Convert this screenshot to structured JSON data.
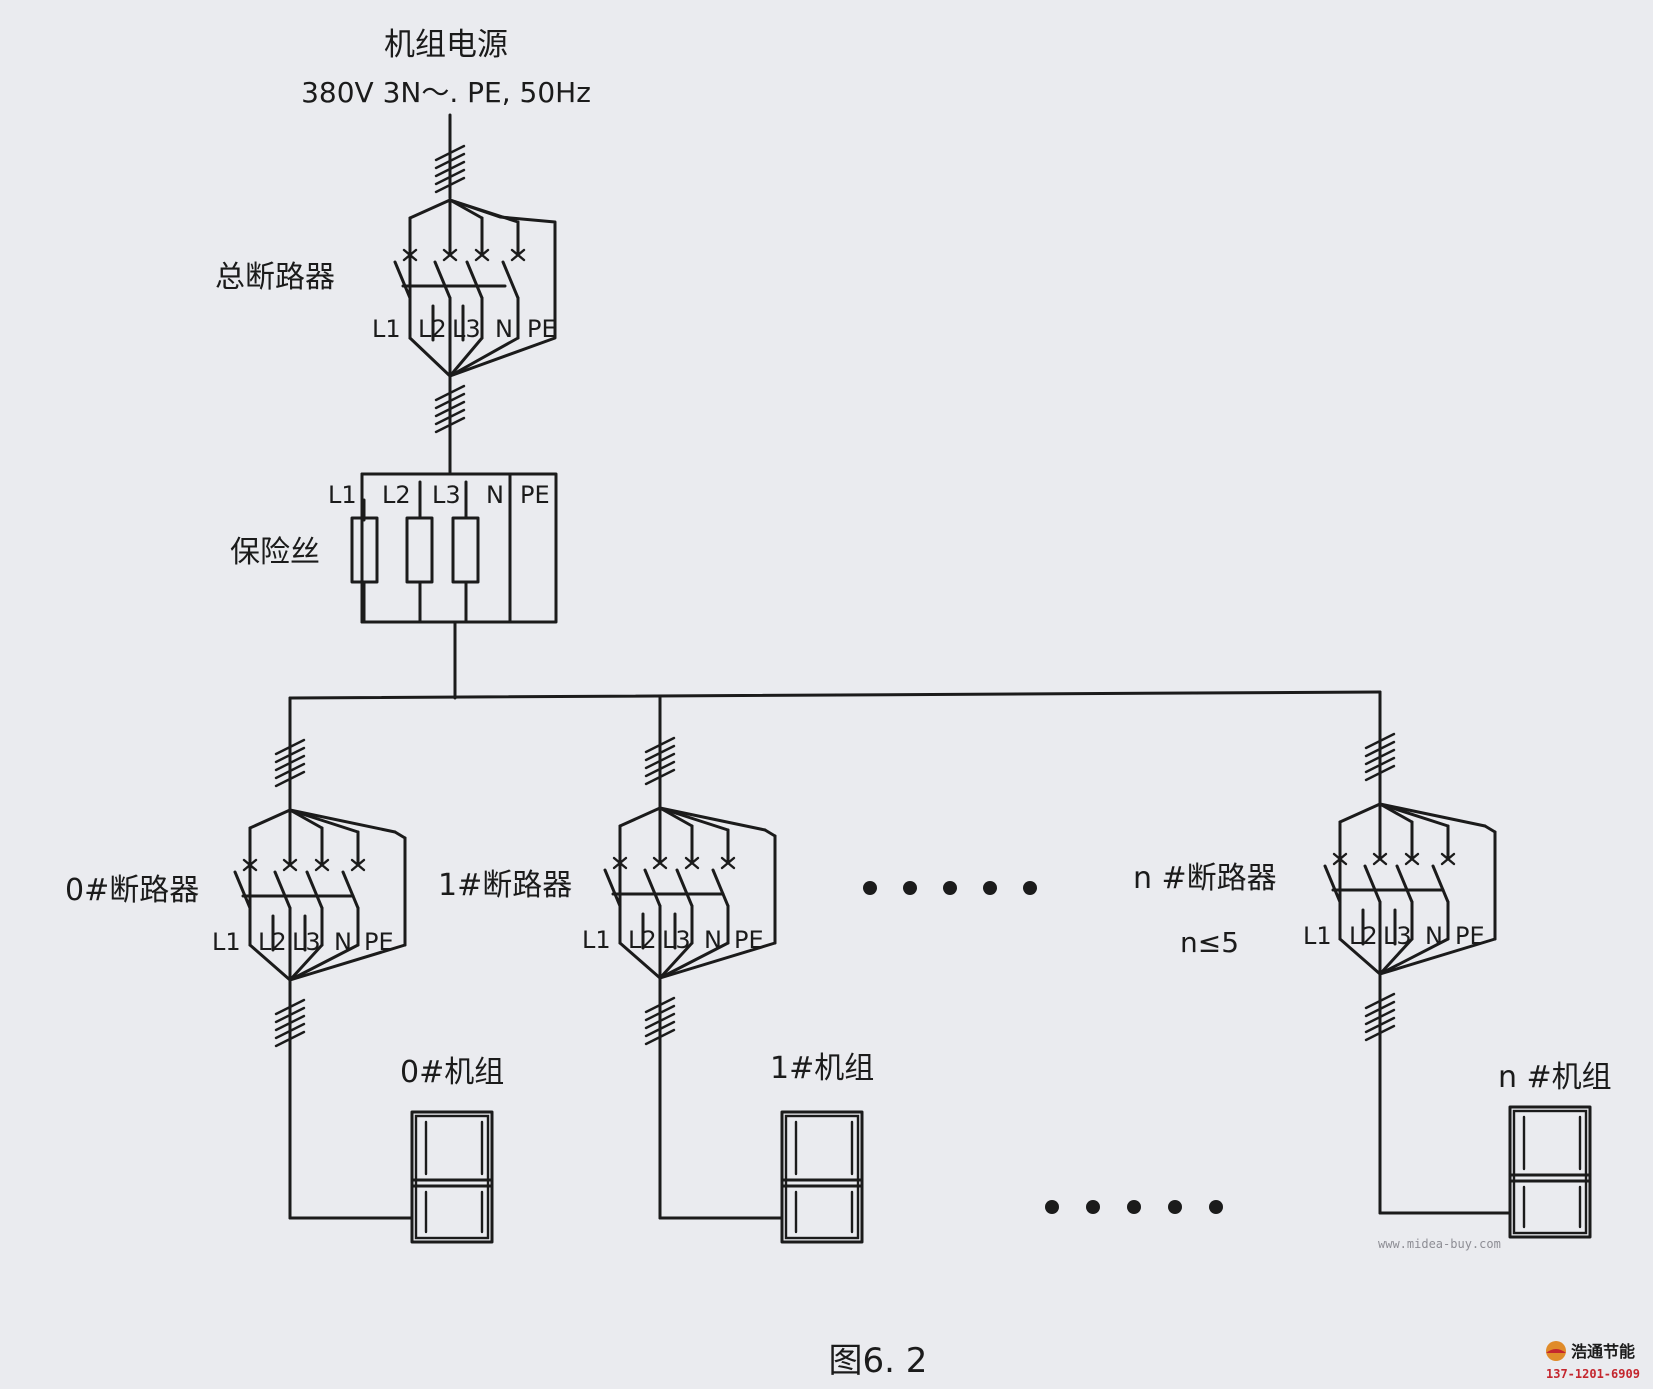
{
  "source": {
    "title": "机组电源",
    "spec": "380V  3N～. PE, 50Hz"
  },
  "main_breaker": {
    "label": "总断路器",
    "terminals": [
      "L1",
      "L2",
      "L3",
      "N",
      "PE"
    ]
  },
  "fuse": {
    "label": "保险丝",
    "terminals": [
      "L1",
      "L2",
      "L3",
      "N",
      "PE"
    ]
  },
  "branches": [
    {
      "breaker_label": "0#断路器",
      "unit_label": "0#机组",
      "terminals": [
        "L1",
        "L2",
        "L3",
        "N",
        "PE"
      ]
    },
    {
      "breaker_label": "1#断路器",
      "unit_label": "1#机组",
      "terminals": [
        "L1",
        "L2",
        "L3",
        "N",
        "PE"
      ]
    },
    {
      "breaker_label": "n #断路器",
      "unit_label": "n #机组",
      "terminals": [
        "L1",
        "L2",
        "L3",
        "N",
        "PE"
      ]
    }
  ],
  "note": "n≤5",
  "caption": "图6. 2",
  "watermark": "www.midea-buy.com",
  "brand": {
    "name": "浩通节能",
    "phone": "137-1201-6909",
    "accent": "#c4262e"
  }
}
